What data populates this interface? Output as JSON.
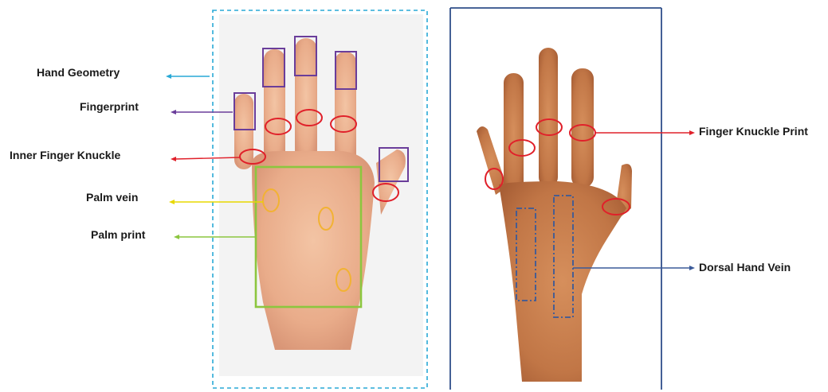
{
  "labels": {
    "hand_geometry": "Hand Geometry",
    "fingerprint": "Fingerprint",
    "inner_finger_knuckle": "Inner Finger Knuckle",
    "palm_vein": "Palm vein",
    "palm_print": "Palm print",
    "finger_knuckle_print": "Finger Knuckle Print",
    "dorsal_hand_vein": "Dorsal Hand Vein"
  },
  "colors": {
    "hand_geometry": "#29a9d6",
    "fingerprint": "#6a3d9a",
    "knuckle": "#e0202a",
    "palm_vein": "#e8d800",
    "palm_print": "#8cc63f",
    "dorsal_box": "#2f4f8a",
    "dorsal_vein": "#3a5a99",
    "palm_vein_ellipse": "#f2b233"
  }
}
